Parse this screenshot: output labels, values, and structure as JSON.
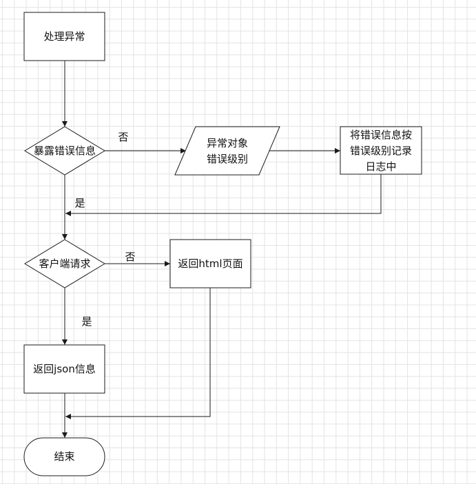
{
  "nodes": {
    "handle_exception": {
      "text": "处理异常"
    },
    "expose_error": {
      "text": "暴露错误信息"
    },
    "exception_object": {
      "lines": [
        "异常对象",
        "错误级别"
      ]
    },
    "log_error": {
      "lines": [
        "将错误信息按",
        "错误级别记录",
        "日志中"
      ]
    },
    "client_request": {
      "text": "客户端请求"
    },
    "return_html": {
      "text": "返回html页面"
    },
    "return_json": {
      "text": "返回json信息"
    },
    "end": {
      "text": "结束"
    }
  },
  "edges": {
    "expose_no": "否",
    "expose_yes": "是",
    "client_no": "否",
    "client_yes": "是"
  },
  "colors": {
    "stroke": "#1a1a1a",
    "grid": "#e3e3e3",
    "background": "#ffffff"
  }
}
